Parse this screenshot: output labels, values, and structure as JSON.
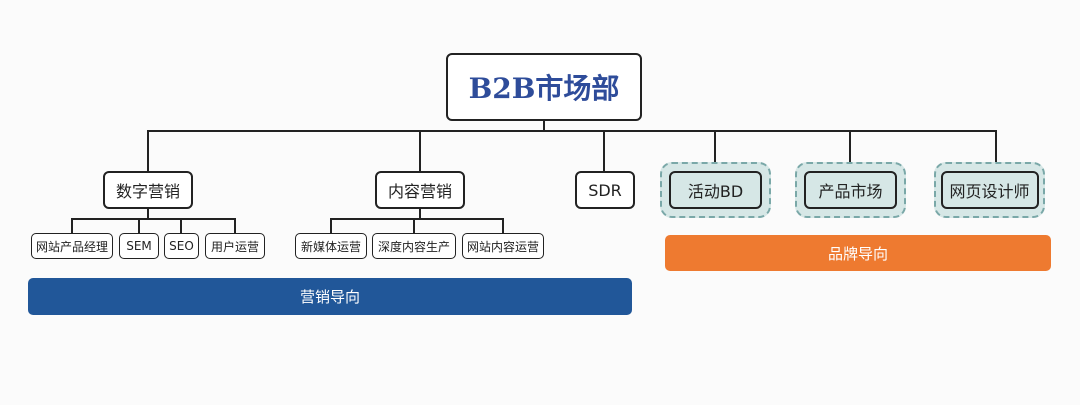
{
  "root": {
    "label": "B2B市场部"
  },
  "groups": [
    {
      "label": "数字营销",
      "children": [
        "网站产品经理",
        "SEM",
        "SEO",
        "用户运营"
      ]
    },
    {
      "label": "内容营销",
      "children": [
        "新媒体运营",
        "深度内容生产",
        "网站内容运营"
      ]
    },
    {
      "label": "SDR"
    }
  ],
  "brand_nodes": [
    "活动BD",
    "产品市场",
    "网页设计师"
  ],
  "bands": {
    "marketing": "营销导向",
    "brand": "品牌导向"
  },
  "colors": {
    "title": "#2e4c9a",
    "marketing_band": "#215799",
    "brand_band": "#ee7a30",
    "brand_node_fill": "#d6e7e6",
    "brand_node_dash": "#7aa8a8"
  }
}
